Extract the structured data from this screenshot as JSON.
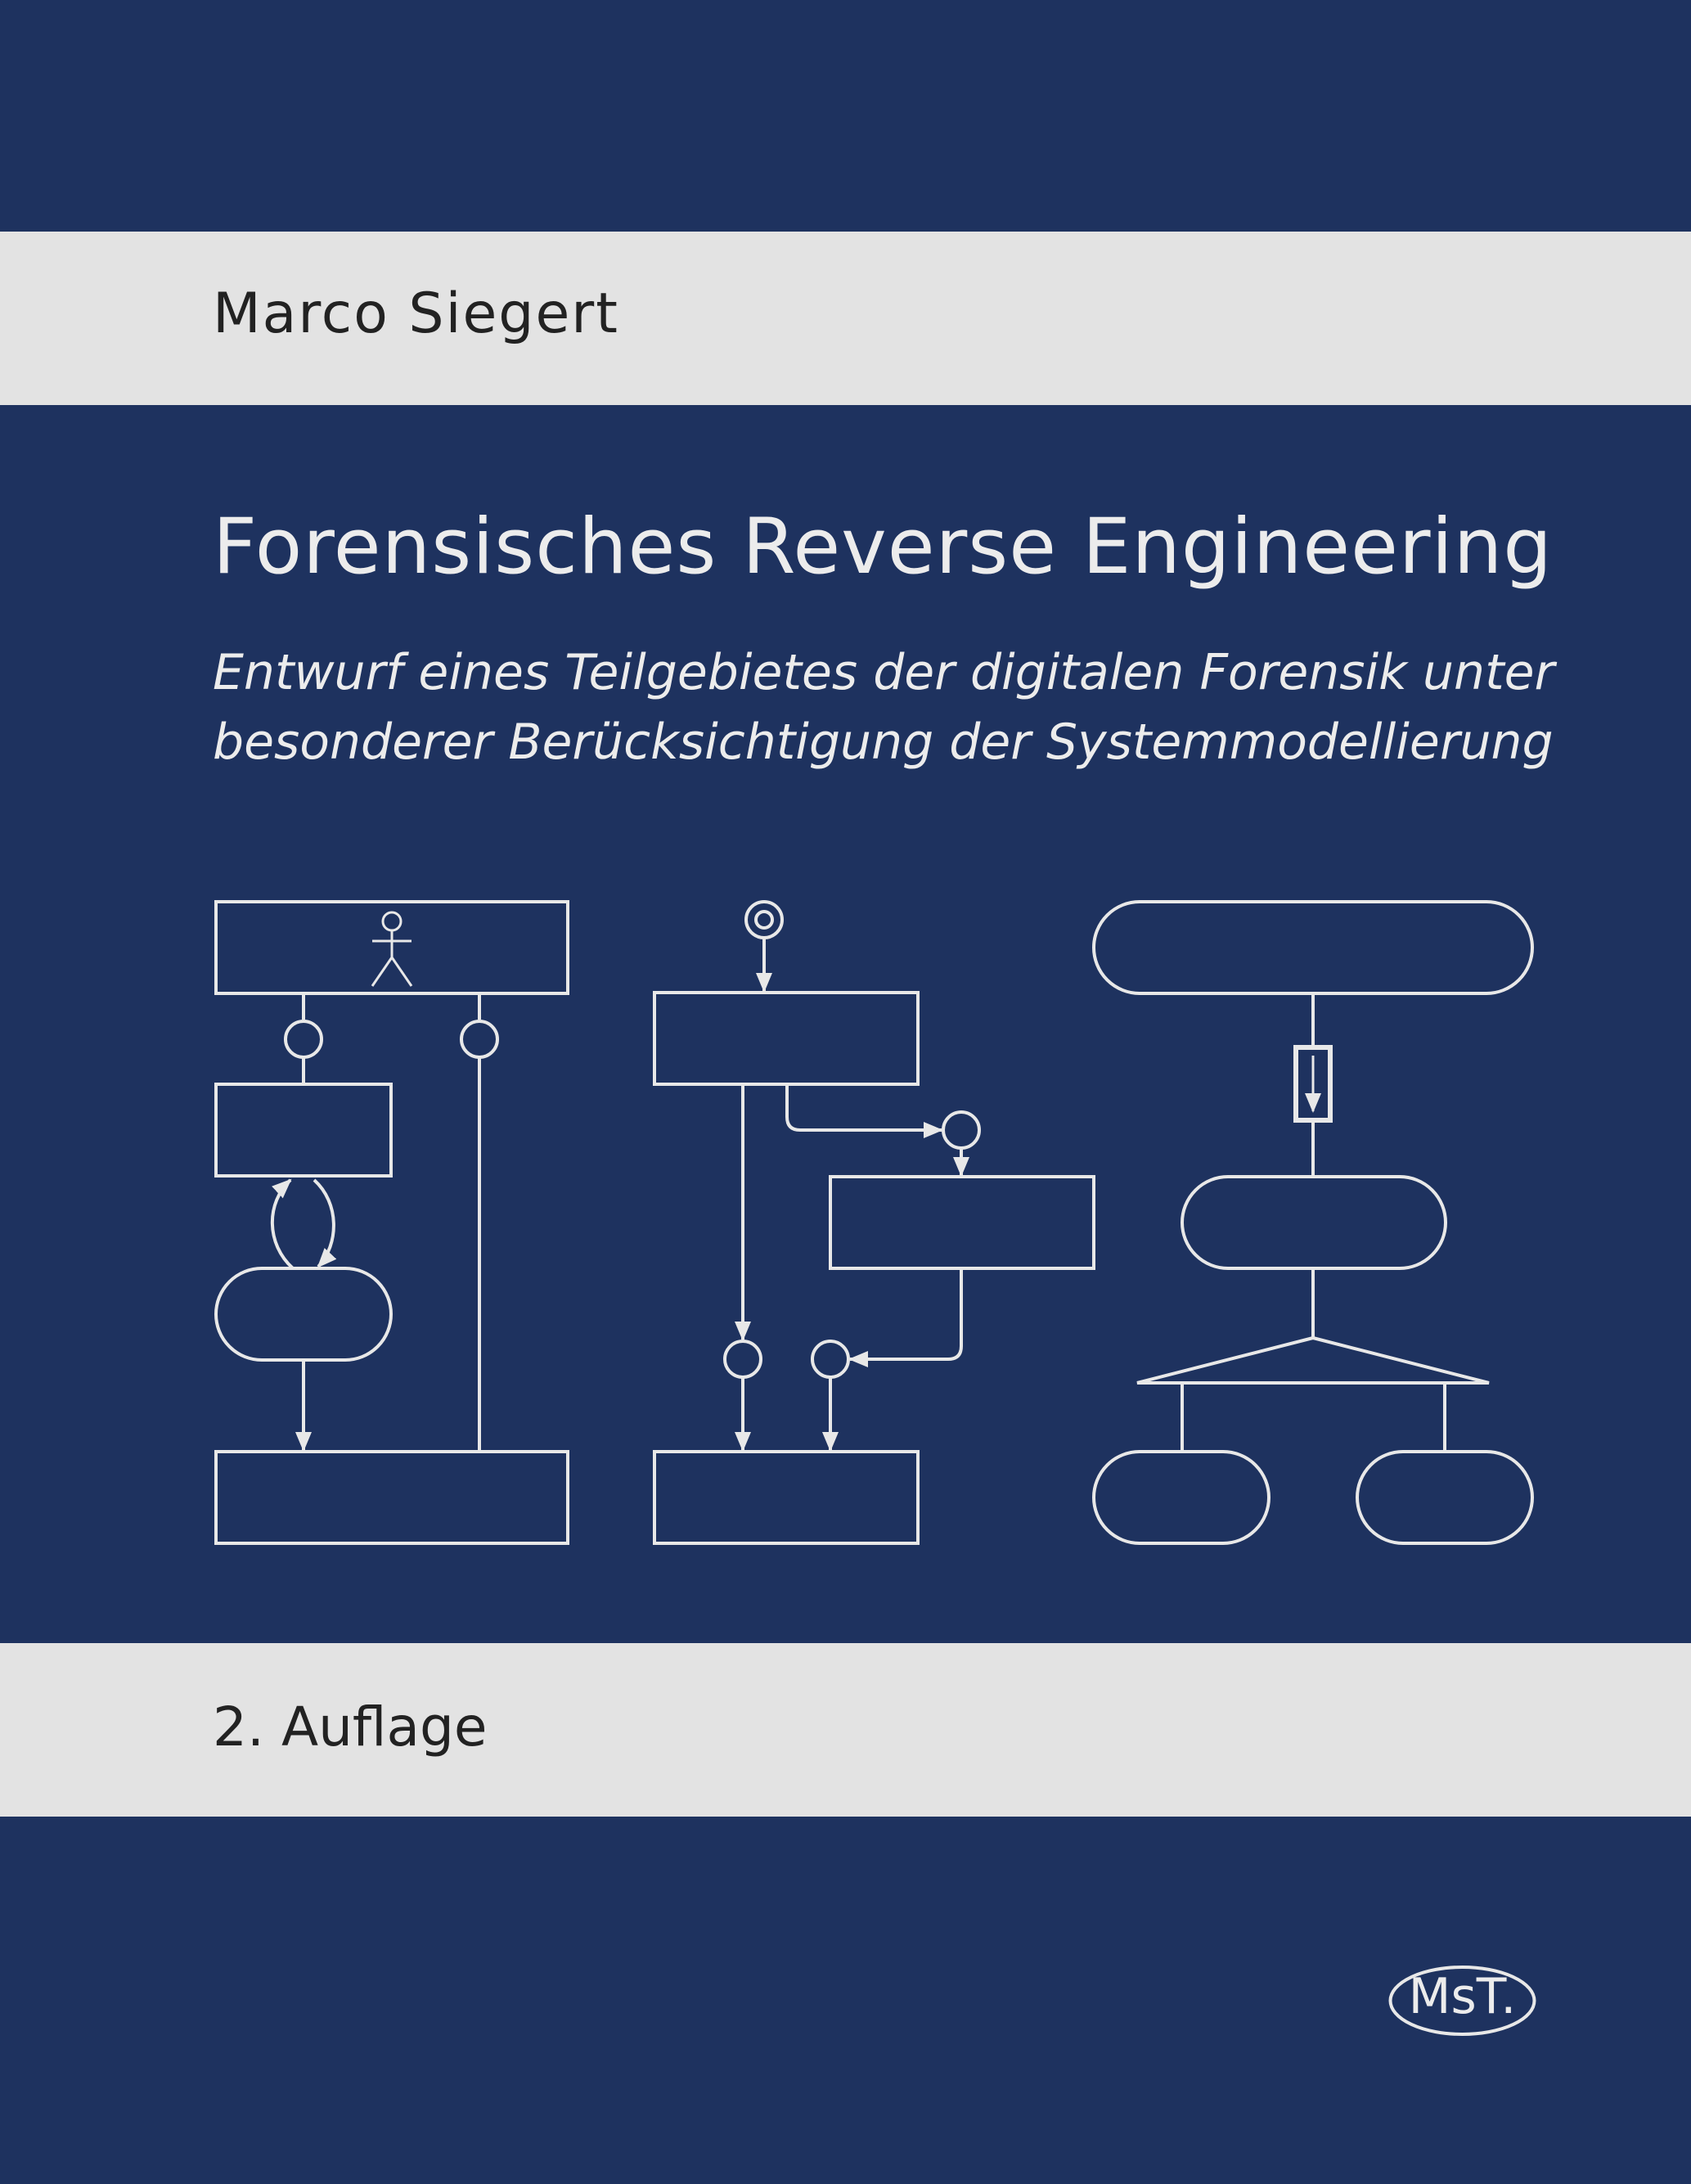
{
  "cover": {
    "author": "Marco Siegert",
    "title": "Forensisches Reverse Engineering",
    "subtitle": "Entwurf eines Teilgebietes der digitalen Forensik unter besonderer Berücksichtigung der Systemmodellierung",
    "edition": "2. Auflage",
    "publisher_logo": "MsT."
  },
  "colors": {
    "background": "#1e325f",
    "band": "#e3e3e3",
    "line": "#e8e8e8",
    "dark_text": "#222222"
  }
}
